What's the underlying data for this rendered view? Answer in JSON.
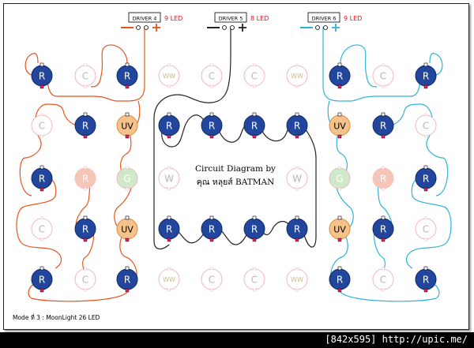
{
  "diagram": {
    "title_line1": "Circuit Diagram by",
    "title_line2": "คุณ หลุยส์ BATMAN",
    "caption": "Mode ที่ 3 : MoonLight 26 LED",
    "watermark": "[842x595] http://upic.me/",
    "drivers": [
      {
        "name": "DRIVER 4",
        "leds": "9 LED",
        "color": "#e8541e"
      },
      {
        "name": "DRIVER 5",
        "leds": "8 LED",
        "color": "#222222"
      },
      {
        "name": "DRIVER 6",
        "leds": "9 LED",
        "color": "#2fb3d6"
      }
    ],
    "rows": [
      [
        "R",
        "C",
        "R",
        "WW",
        "C",
        "C",
        "WW",
        "R",
        "C",
        "R"
      ],
      [
        "C",
        "R",
        "UV",
        "R",
        "R",
        "R",
        "R",
        "UV",
        "R",
        "C"
      ],
      [
        "R",
        "R",
        "G",
        "W",
        "",
        "",
        "W",
        "G",
        "R",
        "R"
      ],
      [
        "C",
        "R",
        "UV",
        "R",
        "R",
        "R",
        "R",
        "UV",
        "R",
        "C"
      ],
      [
        "R",
        "C",
        "R",
        "WW",
        "C",
        "C",
        "WW",
        "R",
        "C",
        "R"
      ]
    ],
    "colors": {
      "red_led": "#21469b",
      "uv_led": "#f4c28a",
      "wire_orange": "#e8541e",
      "wire_black": "#222222",
      "wire_blue": "#2fb3d6",
      "terminal_pink": "#e0206a"
    }
  }
}
